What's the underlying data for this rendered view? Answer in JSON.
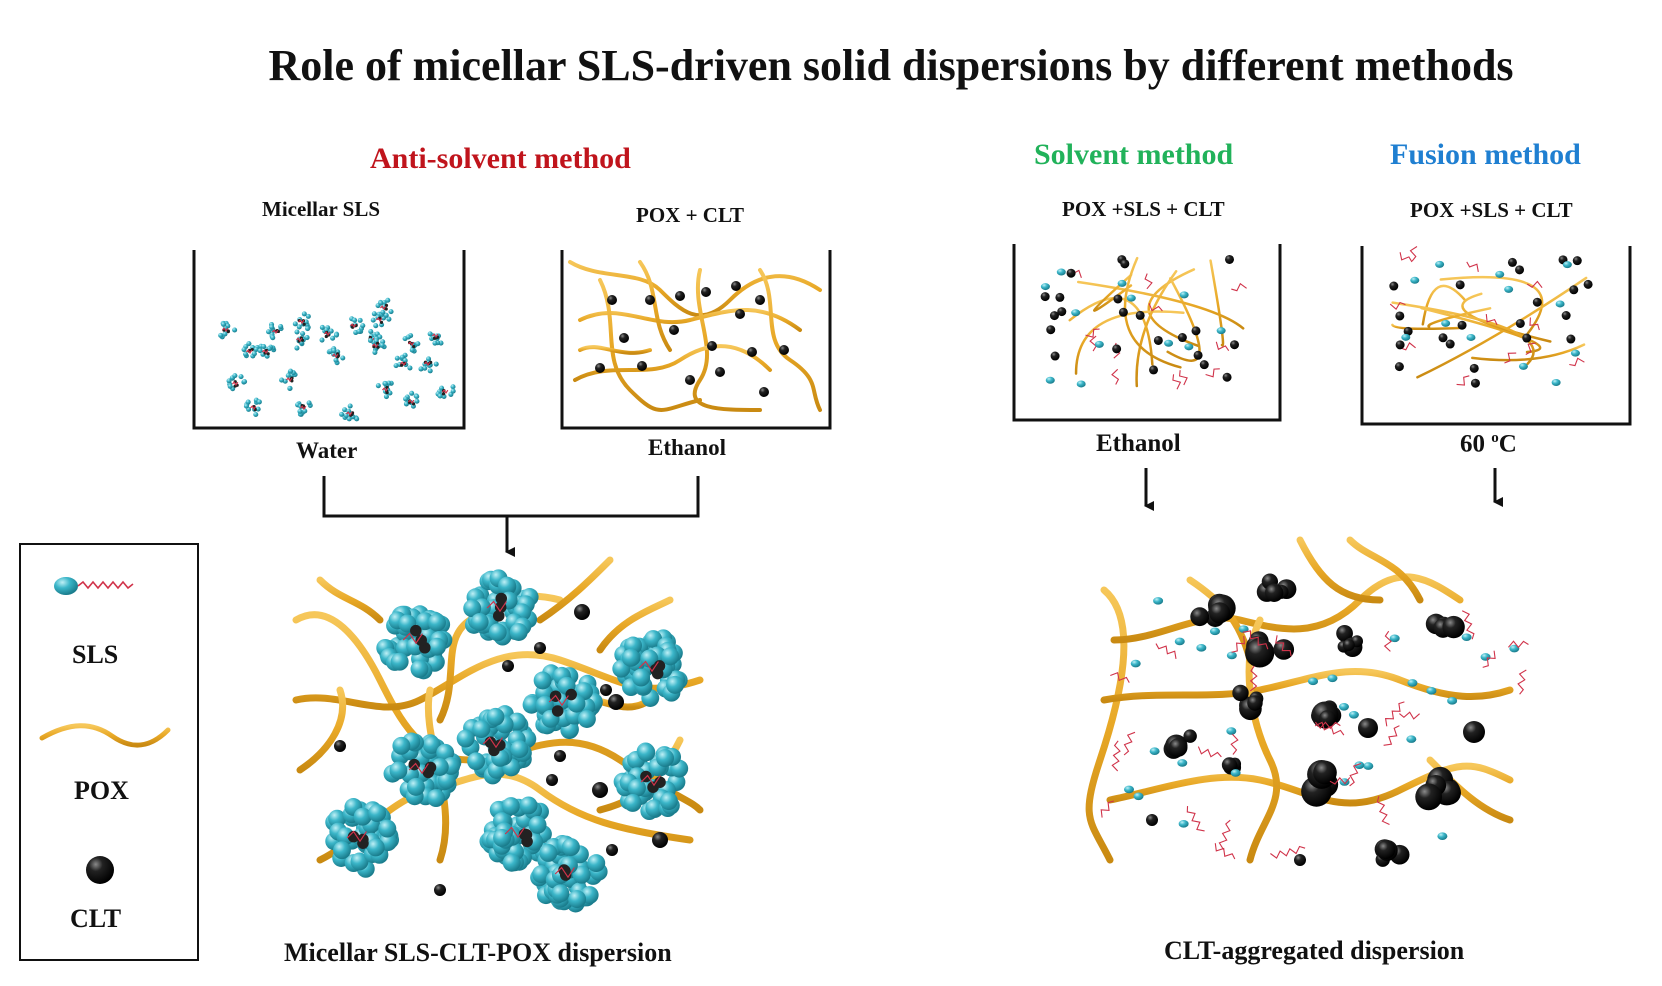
{
  "title": "Role of micellar SLS-driven solid dispersions by different methods",
  "methods": {
    "anti_solvent": {
      "name": "Anti-solvent method",
      "color": "#c0141c"
    },
    "solvent": {
      "name": "Solvent method",
      "color": "#21b25a"
    },
    "fusion": {
      "name": "Fusion method",
      "color": "#1f7fd1"
    }
  },
  "beakers": {
    "micellar_sls": {
      "label": "Micellar SLS",
      "medium": "Water"
    },
    "pox_clt": {
      "label": "POX + CLT",
      "medium": "Ethanol"
    },
    "solvent_mix": {
      "label": "POX +SLS + CLT",
      "medium": "Ethanol"
    },
    "fusion_mix": {
      "label": "POX +SLS + CLT",
      "medium_value": "60 ",
      "medium_sup": "o",
      "medium_unit": "C"
    }
  },
  "results": {
    "left": "Micellar SLS-CLT-POX dispersion",
    "right": "CLT-aggregated dispersion"
  },
  "legend": {
    "items": [
      {
        "label": "SLS",
        "icon": "surfactant-icon"
      },
      {
        "label": "POX",
        "icon": "polymer-chain-icon"
      },
      {
        "label": "CLT",
        "icon": "drug-particle-icon"
      }
    ]
  },
  "colors": {
    "polymer": "#e8a826",
    "micelle": "#3bb6c9",
    "drug": "#111111",
    "tail": "#d0334a"
  }
}
